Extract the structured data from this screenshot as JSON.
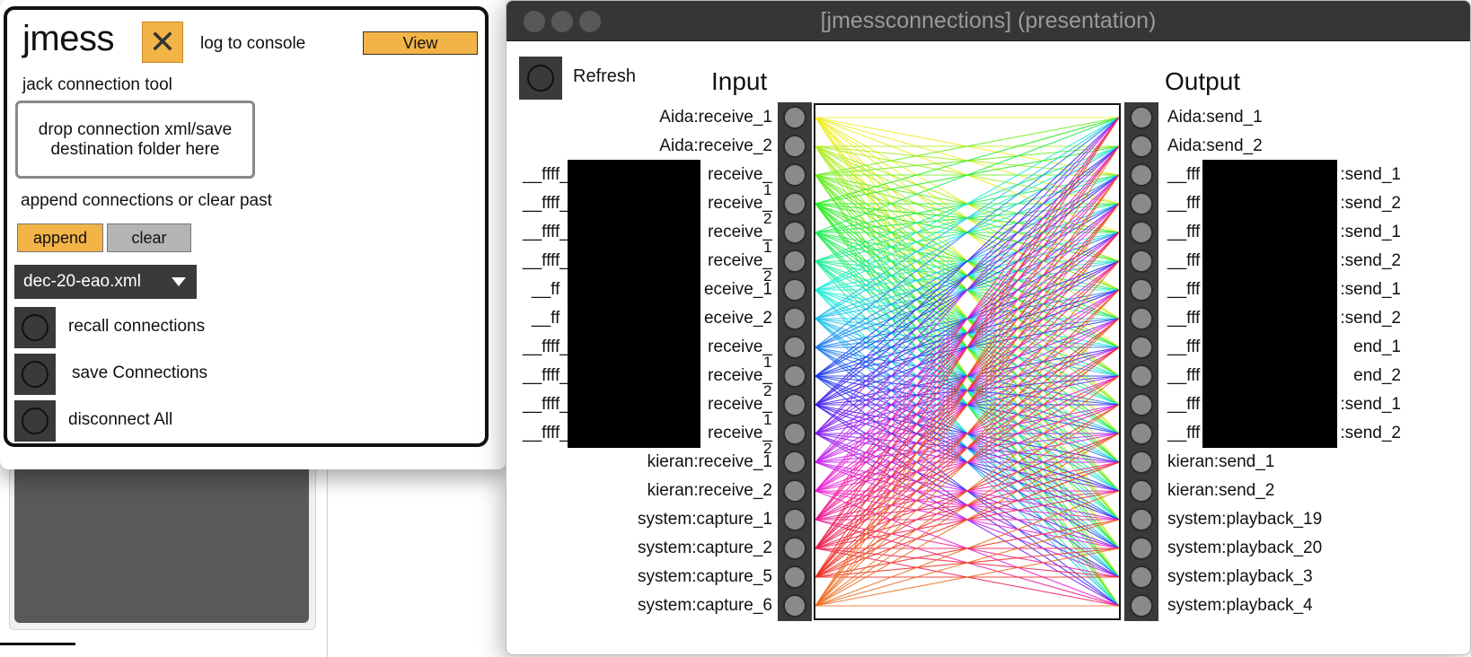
{
  "jmess": {
    "title": "jmess",
    "close_glyph": "✕",
    "log_label": "log to console",
    "view_label": "View",
    "subtitle": "jack connection tool",
    "drop_zone": "drop connection xml/save destination folder here",
    "append_label": "append connections or clear past",
    "append_button": "append",
    "clear_button": "clear",
    "file_select": "dec-20-eao.xml",
    "actions": [
      {
        "label": "recall connections"
      },
      {
        "label": "save Connections"
      },
      {
        "label": "disconnect All"
      }
    ]
  },
  "connections": {
    "window_title": "[jmessconnections] (presentation)",
    "refresh_label": "Refresh",
    "input_header": "Input",
    "output_header": "Output",
    "inputs": [
      {
        "label": "Aida:receive_1",
        "redacted": false
      },
      {
        "label": "Aida:receive_2",
        "redacted": false
      },
      {
        "left": "__ffff_",
        "right": "receive_",
        "suffix": "1",
        "redacted": true
      },
      {
        "left": "__ffff_",
        "right": "receive_",
        "suffix": "2",
        "redacted": true
      },
      {
        "left": "__ffff_",
        "right": "receive_",
        "suffix": "1",
        "redacted": true
      },
      {
        "left": "__ffff_",
        "right": "receive_",
        "suffix": "2",
        "redacted": true
      },
      {
        "left": "__ff",
        "right": "eceive_1",
        "suffix": "",
        "redacted": true
      },
      {
        "left": "__ff",
        "right": "eceive_2",
        "suffix": "",
        "redacted": true
      },
      {
        "left": "__ffff_",
        "right": "receive_",
        "suffix": "1",
        "redacted": true
      },
      {
        "left": "__ffff_",
        "right": "receive_",
        "suffix": "2",
        "redacted": true
      },
      {
        "left": "__ffff_",
        "right": "receive_",
        "suffix": "1",
        "redacted": true
      },
      {
        "left": "__ffff_",
        "right": "receive_",
        "suffix": "2",
        "redacted": true
      },
      {
        "label": "kieran:receive_1",
        "redacted": false
      },
      {
        "label": "kieran:receive_2",
        "redacted": false
      },
      {
        "label": "system:capture_1",
        "redacted": false
      },
      {
        "label": "system:capture_2",
        "redacted": false
      },
      {
        "label": "system:capture_5",
        "redacted": false
      },
      {
        "label": "system:capture_6",
        "redacted": false
      }
    ],
    "outputs": [
      {
        "label": "Aida:send_1",
        "redacted": false
      },
      {
        "label": "Aida:send_2",
        "redacted": false
      },
      {
        "left": "__fff",
        "right": ":send_1",
        "redacted": true
      },
      {
        "left": "__fff",
        "right": ":send_2",
        "redacted": true
      },
      {
        "left": "__fff",
        "right": ":send_1",
        "redacted": true
      },
      {
        "left": "__fff",
        "right": ":send_2",
        "redacted": true
      },
      {
        "left": "__fff",
        "right": ":send_1",
        "redacted": true
      },
      {
        "left": "__fff",
        "right": ":send_2",
        "redacted": true
      },
      {
        "left": "__fff",
        "right": "end_1",
        "redacted": true
      },
      {
        "left": "__fff",
        "right": "end_2",
        "redacted": true
      },
      {
        "left": "__fff",
        "right": ":send_1",
        "redacted": true
      },
      {
        "left": "__fff",
        "right": ":send_2",
        "redacted": true
      },
      {
        "label": "kieran:send_1",
        "redacted": false
      },
      {
        "label": "kieran:send_2",
        "redacted": false
      },
      {
        "label": "system:playback_19",
        "redacted": false
      },
      {
        "label": "system:playback_20",
        "redacted": false
      },
      {
        "label": "system:playback_3",
        "redacted": false
      },
      {
        "label": "system:playback_4",
        "redacted": false
      }
    ]
  }
}
